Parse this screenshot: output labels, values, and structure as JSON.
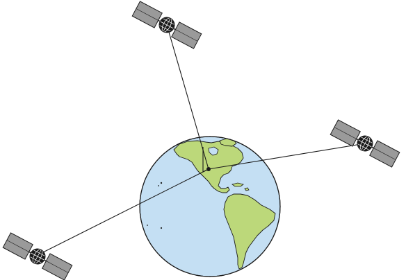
{
  "diagram": {
    "colors": {
      "background": "#ffffff",
      "ocean": "#c4dff3",
      "land": "#bcd87a",
      "outline": "#1a1a1a",
      "satellite_panel": "#9a9a9a",
      "satellite_body": "#1a1a1a",
      "signal_line": "#1a1a1a"
    },
    "satellites": [
      {
        "id": "satellite-top"
      },
      {
        "id": "satellite-right"
      },
      {
        "id": "satellite-bottom-left"
      }
    ],
    "receiver": {
      "id": "receiver-point"
    },
    "globe": {
      "id": "earth-globe",
      "depicts": "Americas"
    }
  }
}
